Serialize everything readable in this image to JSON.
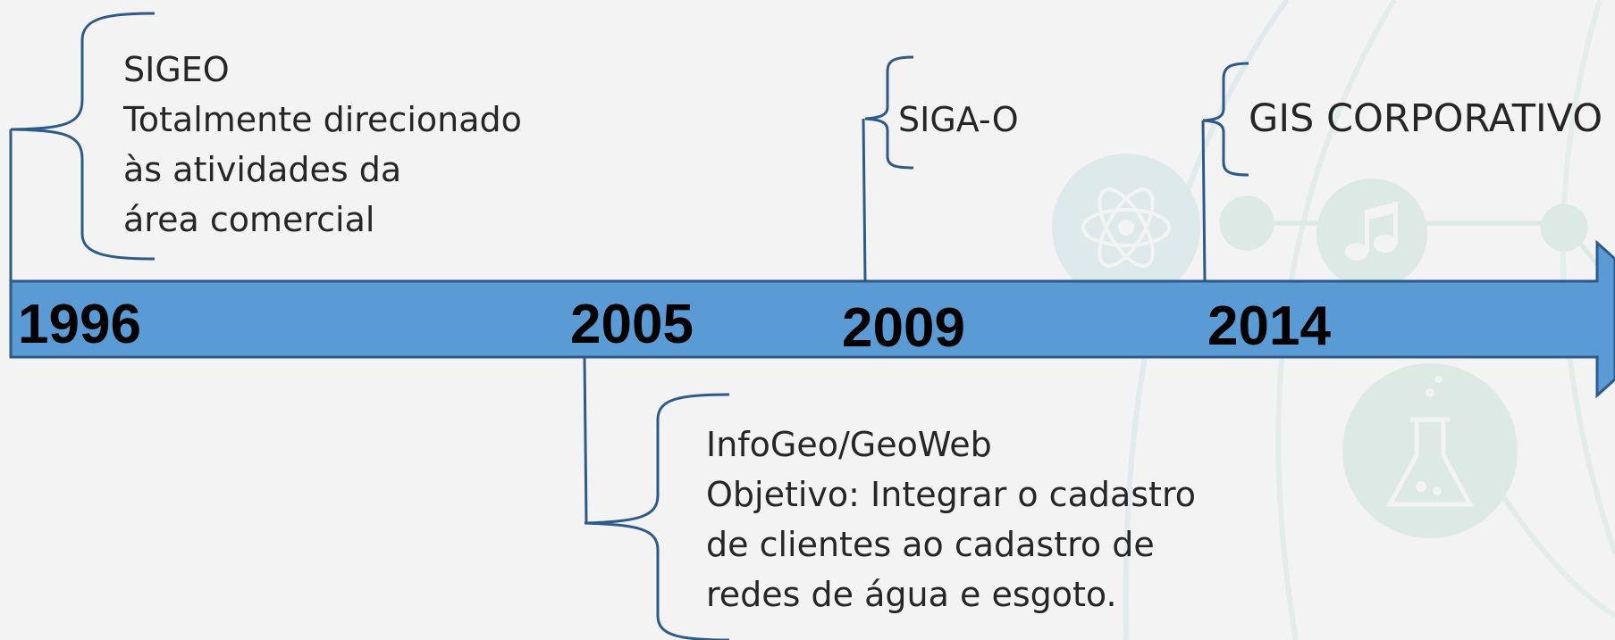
{
  "colors": {
    "timeline_fill": "#5b9bd5",
    "timeline_stroke": "#2e5a8a",
    "bracket": "#2e5a8a",
    "highlight": "#c00000",
    "background_icons": "#dbe9e6"
  },
  "background_icons": [
    "atom-icon",
    "music-note-icon",
    "flask-icon"
  ],
  "timeline": {
    "years": [
      "1996",
      "2005",
      "2009",
      "2014"
    ]
  },
  "events": {
    "sigeo": {
      "title": "SIGEO",
      "lines": [
        "Totalmente direcionado",
        "às atividades da",
        "área comercial"
      ]
    },
    "infogeo": {
      "title": "InfoGeo/GeoWeb",
      "lines": [
        "Objetivo: Integrar o cadastro",
        "de clientes ao cadastro de",
        "redes de água e esgoto."
      ]
    },
    "sigao": {
      "title": "SIGA-O"
    },
    "gis": {
      "title": "GIS CORPORATIVO"
    }
  }
}
